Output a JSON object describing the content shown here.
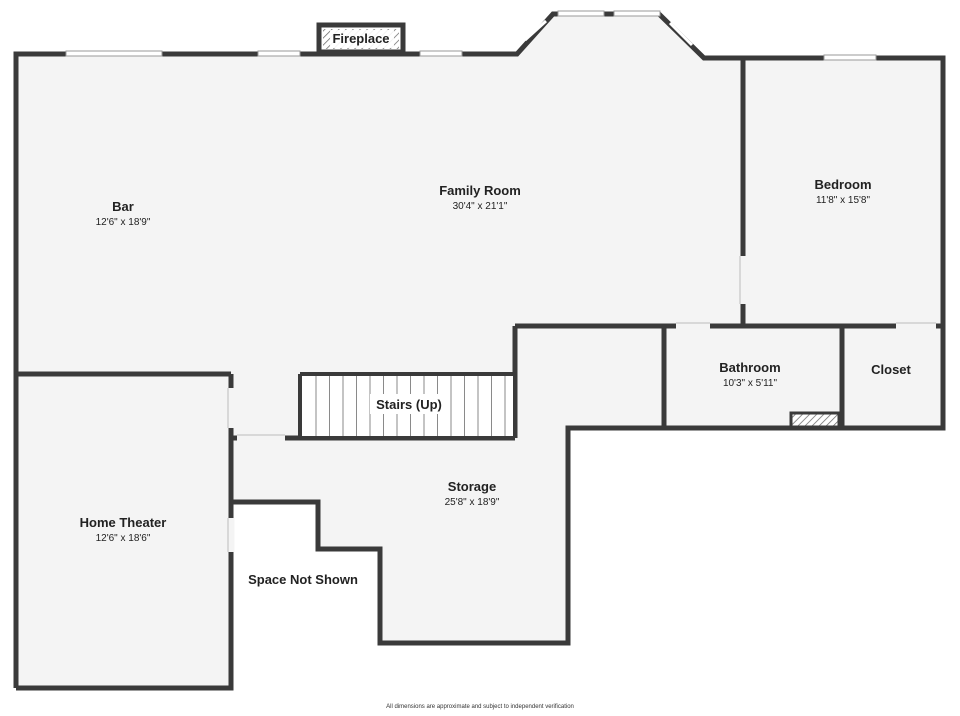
{
  "rooms": {
    "bar": {
      "name": "Bar",
      "dims": "12'6\" x 18'9\""
    },
    "family_room": {
      "name": "Family Room",
      "dims": "30'4\" x 21'1\""
    },
    "bedroom": {
      "name": "Bedroom",
      "dims": "11'8\" x 15'8\""
    },
    "bathroom": {
      "name": "Bathroom",
      "dims": "10'3\" x 5'11\""
    },
    "closet": {
      "name": "Closet"
    },
    "stairs": {
      "name": "Stairs (Up)"
    },
    "storage": {
      "name": "Storage",
      "dims": "25'8\" x 18'9\""
    },
    "home_theater": {
      "name": "Home Theater",
      "dims": "12'6\" x 18'6\""
    },
    "space_not_shown": {
      "name": "Space Not Shown"
    },
    "fireplace": {
      "name": "Fireplace"
    }
  },
  "footnote": "All dimensions are approximate and subject to independent verification",
  "colors": {
    "wall": "#3a3a3a",
    "floor": "#f4f4f4",
    "background": "#ffffff"
  }
}
